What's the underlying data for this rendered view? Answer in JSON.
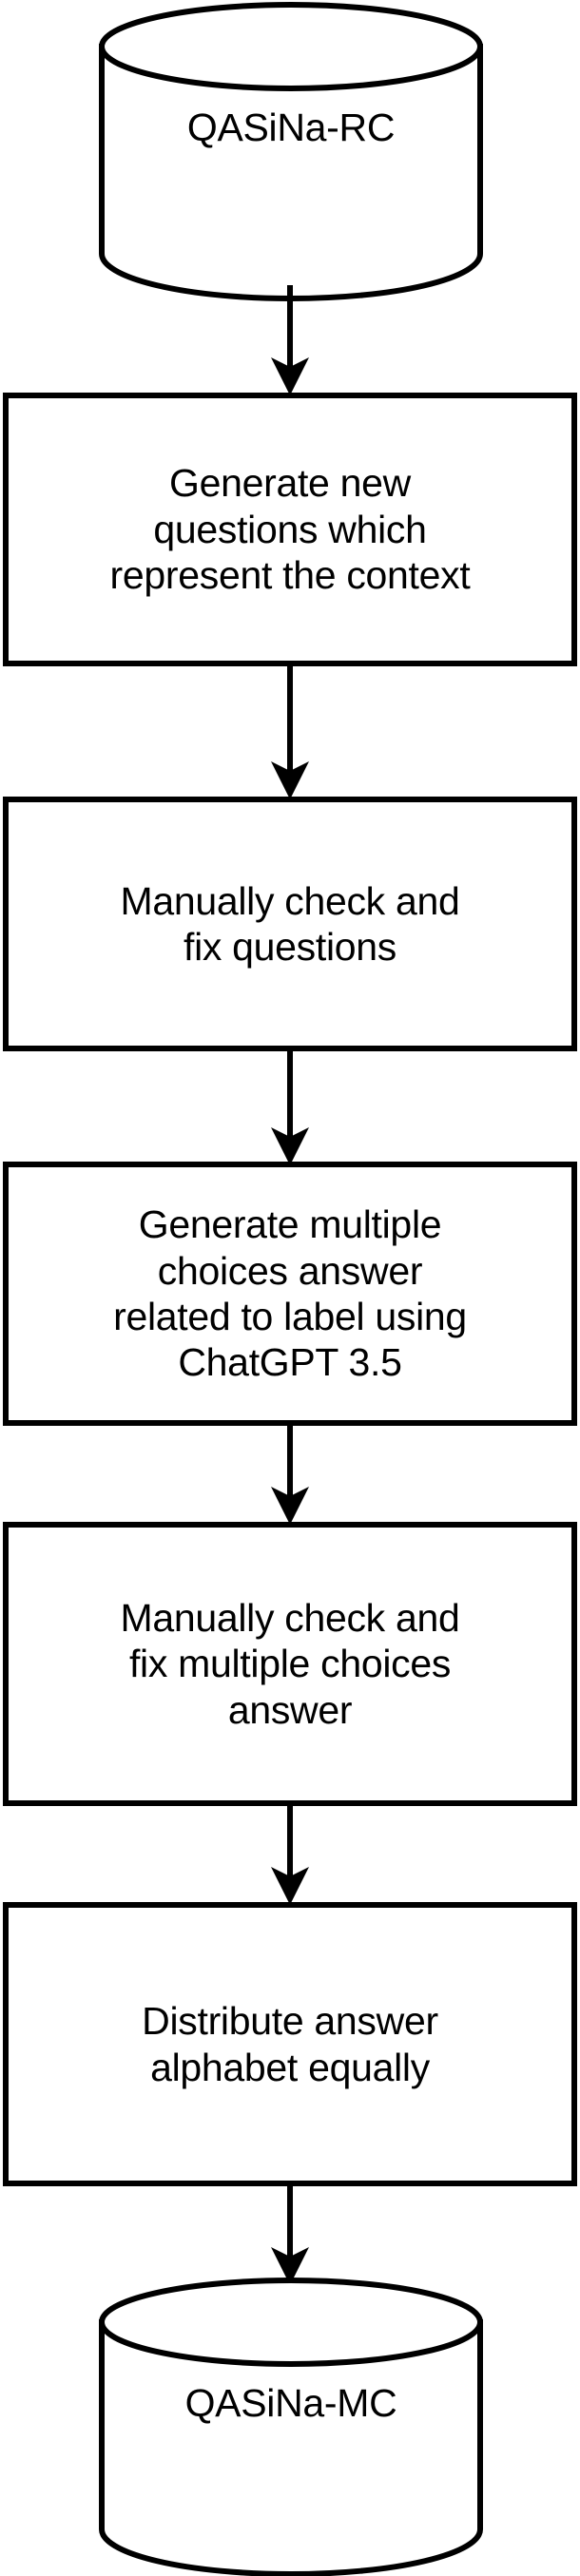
{
  "diagram": {
    "title": "QASiNa-RC to QASiNa-MC dataset construction pipeline",
    "type": "flowchart",
    "orientation": "top-to-bottom",
    "colors": {
      "stroke": "#000000",
      "fill": "#ffffff",
      "text": "#000000"
    },
    "nodes": [
      {
        "id": "qasina-rc",
        "shape": "cylinder",
        "label": "QASiNa-RC"
      },
      {
        "id": "generate-questions",
        "shape": "rectangle",
        "label": "Generate new\nquestions which\nrepresent the context"
      },
      {
        "id": "check-fix-questions",
        "shape": "rectangle",
        "label": "Manually check and\nfix questions"
      },
      {
        "id": "generate-choices",
        "shape": "rectangle",
        "label": "Generate multiple\nchoices answer\nrelated to label using\nChatGPT 3.5"
      },
      {
        "id": "check-fix-choices",
        "shape": "rectangle",
        "label": "Manually check and\nfix multiple choices\nanswer"
      },
      {
        "id": "distribute-answers",
        "shape": "rectangle",
        "label": "Distribute answer\nalphabet equally"
      },
      {
        "id": "qasina-mc",
        "shape": "cylinder",
        "label": "QASiNa-MC"
      }
    ],
    "edges": [
      {
        "id": "edge-1",
        "from": "qasina-rc",
        "to": "generate-questions",
        "style": "solid-arrow"
      },
      {
        "id": "edge-2",
        "from": "generate-questions",
        "to": "check-fix-questions",
        "style": "solid-arrow"
      },
      {
        "id": "edge-3",
        "from": "check-fix-questions",
        "to": "generate-choices",
        "style": "solid-arrow"
      },
      {
        "id": "edge-4",
        "from": "generate-choices",
        "to": "check-fix-choices",
        "style": "solid-arrow"
      },
      {
        "id": "edge-5",
        "from": "check-fix-choices",
        "to": "distribute-answers",
        "style": "solid-arrow"
      },
      {
        "id": "edge-6",
        "from": "distribute-answers",
        "to": "qasina-mc",
        "style": "solid-arrow"
      }
    ]
  }
}
